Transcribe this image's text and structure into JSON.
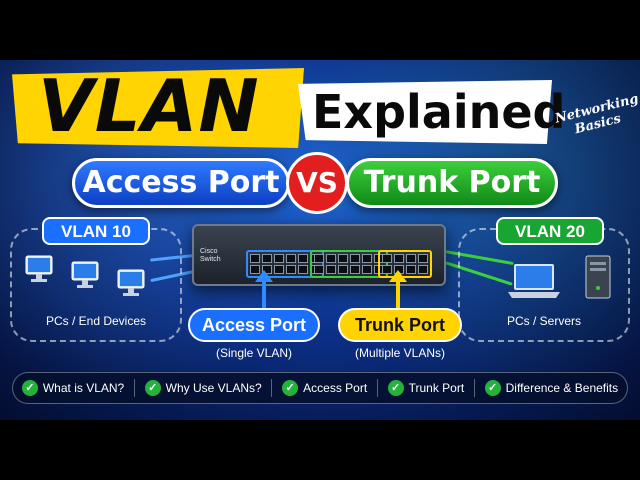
{
  "title": {
    "main": "VLAN",
    "second": "Explained",
    "badge": "Networking Basics"
  },
  "compare": {
    "left": "Access Port",
    "vs": "VS",
    "right": "Trunk Port"
  },
  "left_group": {
    "tag": "VLAN 10",
    "label": "PCs / End Devices"
  },
  "right_group": {
    "tag": "VLAN 20",
    "label": "PCs / Servers"
  },
  "switch": {
    "brand": "Cisco",
    "model": "Switch"
  },
  "callouts": {
    "access": {
      "label": "Access Port",
      "sub": "(Single VLAN)"
    },
    "trunk": {
      "label": "Trunk Port",
      "sub": "(Multiple VLANs)"
    }
  },
  "topics": [
    "What is VLAN?",
    "Why Use VLANs?",
    "Access Port",
    "Trunk Port",
    "Difference & Benefits"
  ],
  "colors": {
    "vlan10": "#1b6fff",
    "vlan20": "#19a532",
    "trunk": "#ffd400",
    "vs": "#e31e1e"
  },
  "icons": {
    "check": "check-circle-icon",
    "pc": "desktop-pc-icon",
    "laptop": "laptop-icon",
    "server": "server-tower-icon"
  }
}
